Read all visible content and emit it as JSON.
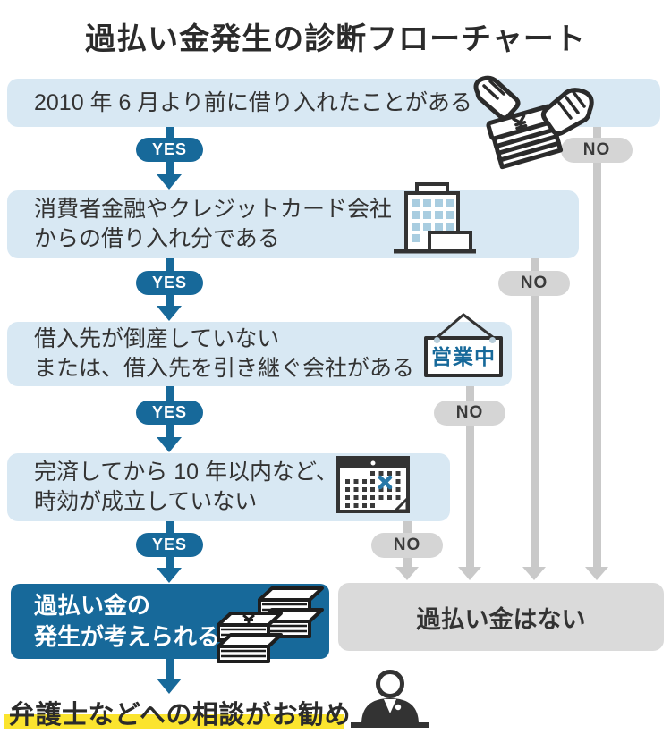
{
  "title": "過払い金発生の診断フローチャート",
  "labels": {
    "yes": "YES",
    "no": "NO"
  },
  "colors": {
    "question_box": "#d8e8f3",
    "accent_teal": "#17699a",
    "no_pill_gray": "#d5d5d5",
    "flow_line_gray": "#c9c9c9",
    "result_gray_box": "#dadada",
    "text_dark": "#2b2b2b",
    "highlight_yellow": "#fbe42e",
    "calendar_x_blue": "#2878a8",
    "window_blue": "#a9cde0"
  },
  "steps": [
    {
      "line1": "2010 年 6 月より前に借り入れたことがある",
      "icon": "money-handover-icon"
    },
    {
      "line1": "消費者金融やクレジットカード会社",
      "line2": "からの借り入れ分である",
      "icon": "office-building-icon"
    },
    {
      "line1": "借入先が倒産していない",
      "line2": "または、借入先を引き継ぐ会社がある",
      "icon": "open-sign-icon",
      "sign_text": "営業中"
    },
    {
      "line1": "完済してから 10 年以内など、",
      "line2": "時効が成立していない",
      "icon": "calendar-icon"
    }
  ],
  "results": {
    "positive_line1": "過払い金の",
    "positive_line2": "発生が考えられる",
    "positive_icon": "money-stack-icon",
    "negative": "過払い金はない",
    "recommendation": "弁護士などへの相談がお勧め",
    "recommendation_icon": "lawyer-icon"
  }
}
